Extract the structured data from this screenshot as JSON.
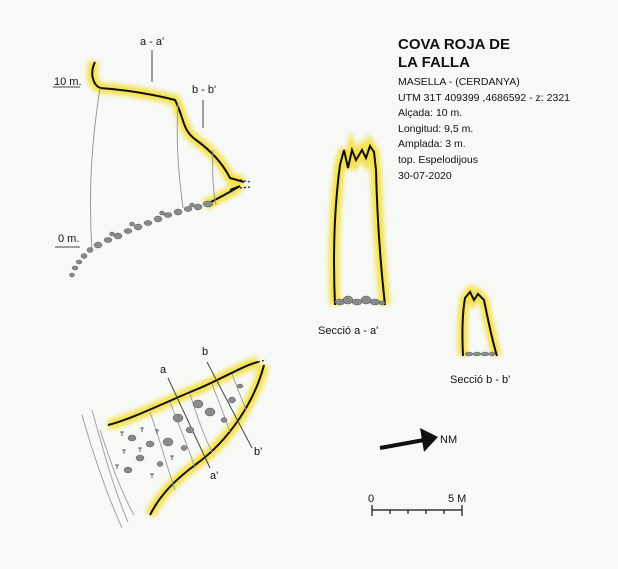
{
  "info": {
    "title_line1": "COVA ROJA DE",
    "title_line2": "LA FALLA",
    "lines": [
      "MASELLA - (CERDANYA)",
      "UTM 31T 409399 ,4686592 - z: 2321",
      "Alçada: 10 m.",
      "Longitud: 9,5 m.",
      "Amplada: 3 m.",
      "top. Espelodijous",
      "30-07-2020"
    ]
  },
  "profile": {
    "label_aa": "a - a'",
    "label_bb": "b - b'",
    "label_top": "10 m.",
    "label_bottom": "0 m."
  },
  "sections": {
    "label_a": "Secció a - a'",
    "label_b": "Secció b - b'"
  },
  "plan": {
    "label_a": "a",
    "label_a2": "a'",
    "label_b": "b",
    "label_b2": "b'"
  },
  "north": {
    "label": "NM"
  },
  "scale": {
    "start": "0",
    "end": "5 M"
  },
  "colors": {
    "wall_highlight": "#f4df3c",
    "wall": "#111111",
    "rock": "#8a8a8a"
  }
}
